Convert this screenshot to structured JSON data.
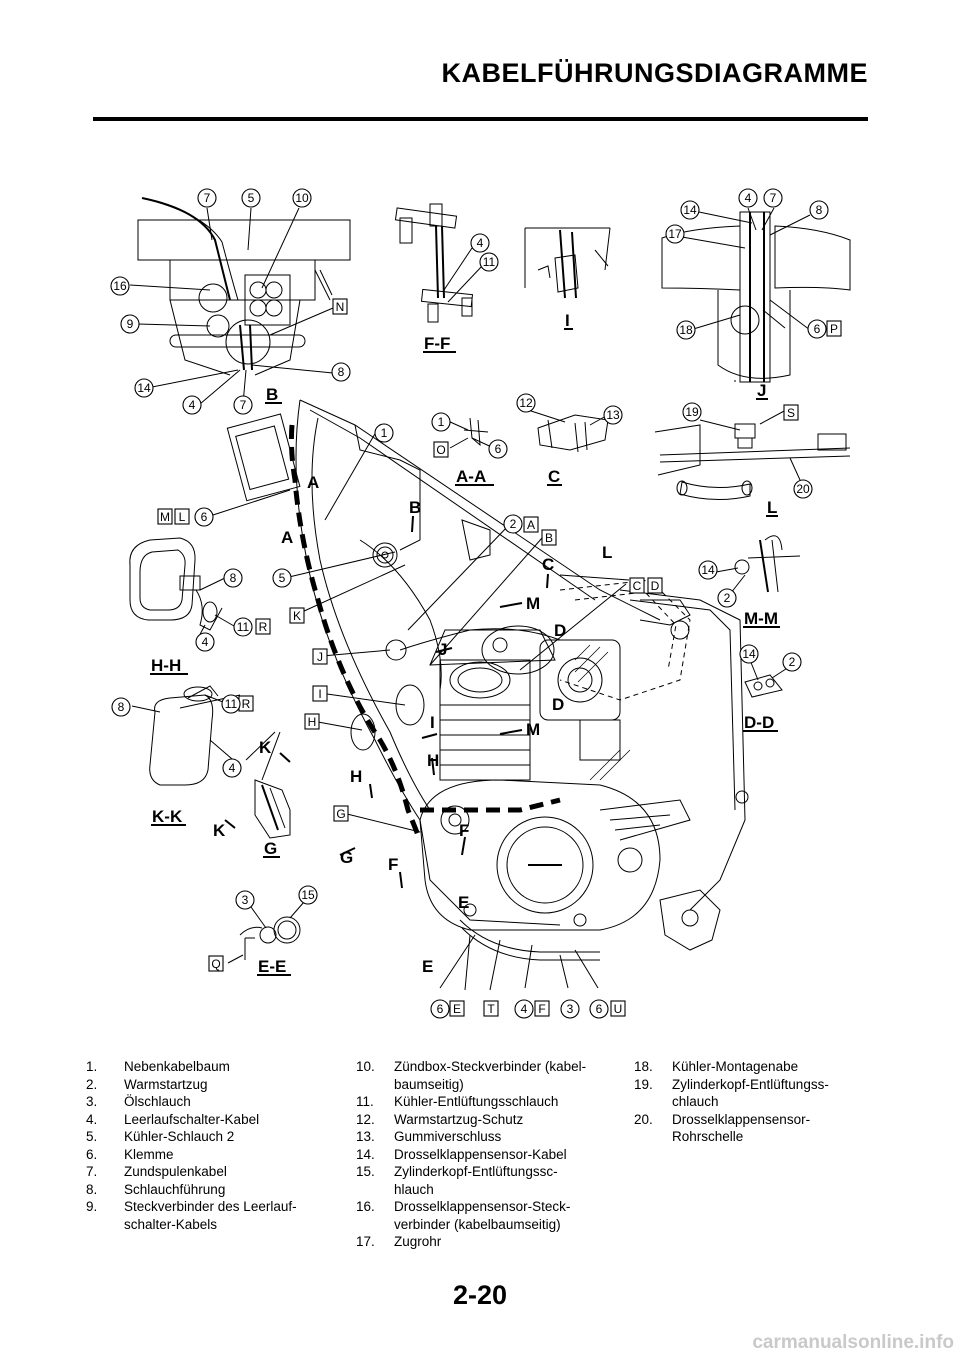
{
  "header": {
    "title": "KABELFÜHRUNGSDIAGRAMME"
  },
  "legend": {
    "col1": [
      {
        "num": "1.",
        "text": "Nebenkabelbaum"
      },
      {
        "num": "2.",
        "text": "Warmstartzug"
      },
      {
        "num": "3.",
        "text": "Ölschlauch"
      },
      {
        "num": "4.",
        "text": "Leerlaufschalter-Kabel"
      },
      {
        "num": "5.",
        "text": "Kühler-Schlauch 2"
      },
      {
        "num": "6.",
        "text": "Klemme"
      },
      {
        "num": "7.",
        "text": "Zundspulenkabel"
      },
      {
        "num": "8.",
        "text": "Schlauchführung"
      },
      {
        "num": "9.",
        "text": "Steckverbinder des Leerlauf- schalter-Kabels"
      }
    ],
    "col2": [
      {
        "num": "10.",
        "text": "Zündbox-Steckverbinder (kabel- baumseitig)"
      },
      {
        "num": "11.",
        "text": "Kühler-Entlüftungsschlauch"
      },
      {
        "num": "12.",
        "text": "Warmstartzug-Schutz"
      },
      {
        "num": "13.",
        "text": "Gummiverschluss"
      },
      {
        "num": "14.",
        "text": "Drosselklappensensor-Kabel"
      },
      {
        "num": "15.",
        "text": "Zylinderkopf-Entlüftungssc- hlauch"
      },
      {
        "num": "16.",
        "text": "Drosselklappensensor-Steck- verbinder (kabelbaumseitig)"
      },
      {
        "num": "17.",
        "text": "Zugrohr"
      }
    ],
    "col3": [
      {
        "num": "18.",
        "text": "Kühler-Montagenabe"
      },
      {
        "num": "19.",
        "text": "Zylinderkopf-Entlüftungss- chlauch"
      },
      {
        "num": "20.",
        "text": "Drosselklappensensor- Rohrschelle"
      }
    ]
  },
  "diagram": {
    "sections": {
      "b": "B",
      "ff": "F-F",
      "i": "I",
      "j": "J",
      "aa": "A-A",
      "c": "C",
      "l": "L",
      "mm": "M-M",
      "dd": "D-D",
      "hh": "H-H",
      "kk": "K-K",
      "g": "G",
      "ee": "E-E"
    },
    "arrows": {
      "a1": "A",
      "a2": "A",
      "b": "B",
      "c": "C",
      "l": "L",
      "m1": "M",
      "d1": "D",
      "j": "J",
      "d2": "D",
      "m2": "M",
      "i": "I",
      "h1": "H",
      "h2": "H",
      "k1": "K",
      "k2": "K",
      "f1": "F",
      "g": "G",
      "f2": "F",
      "e1": "E",
      "e2": "E"
    },
    "boxes": {
      "n": "N",
      "p": "P",
      "s": "S",
      "o": "O",
      "a": "A",
      "b": "B",
      "m": "M",
      "l": "L",
      "c": "C",
      "d": "D",
      "k": "K",
      "r1": "R",
      "j": "J",
      "i": "I",
      "r2": "R",
      "h": "H",
      "g": "G",
      "q": "Q",
      "e": "E",
      "t": "T",
      "f": "F",
      "u": "U"
    },
    "callouts": {
      "n7a": "7",
      "n5a": "5",
      "n10a": "10",
      "n16a": "16",
      "n9a": "9",
      "n14a": "14",
      "n4a": "4",
      "n7b": "7",
      "n8a": "8",
      "n4b": "4",
      "n11a": "11",
      "n14b": "14",
      "n4c": "4",
      "n7c": "7",
      "n8b": "8",
      "n17a": "17",
      "n18a": "18",
      "n6a": "6",
      "n1a": "1",
      "n6b": "6",
      "n12a": "12",
      "n13a": "13",
      "n19a": "19",
      "n20a": "20",
      "n1b": "1",
      "n6c": "6",
      "n2a": "2",
      "n8c": "8",
      "n11b": "11",
      "n4d": "4",
      "n5b": "5",
      "n14c": "14",
      "n2b": "2",
      "n14d": "14",
      "n2c": "2",
      "n8d": "8",
      "n11c": "11",
      "n4e": "4",
      "n3a": "3",
      "n15a": "15",
      "n6d": "6",
      "n4f": "4",
      "n3b": "3",
      "n6e": "6"
    }
  },
  "footer": {
    "page_number": "2-20",
    "watermark": "carmanualsonline.info"
  }
}
